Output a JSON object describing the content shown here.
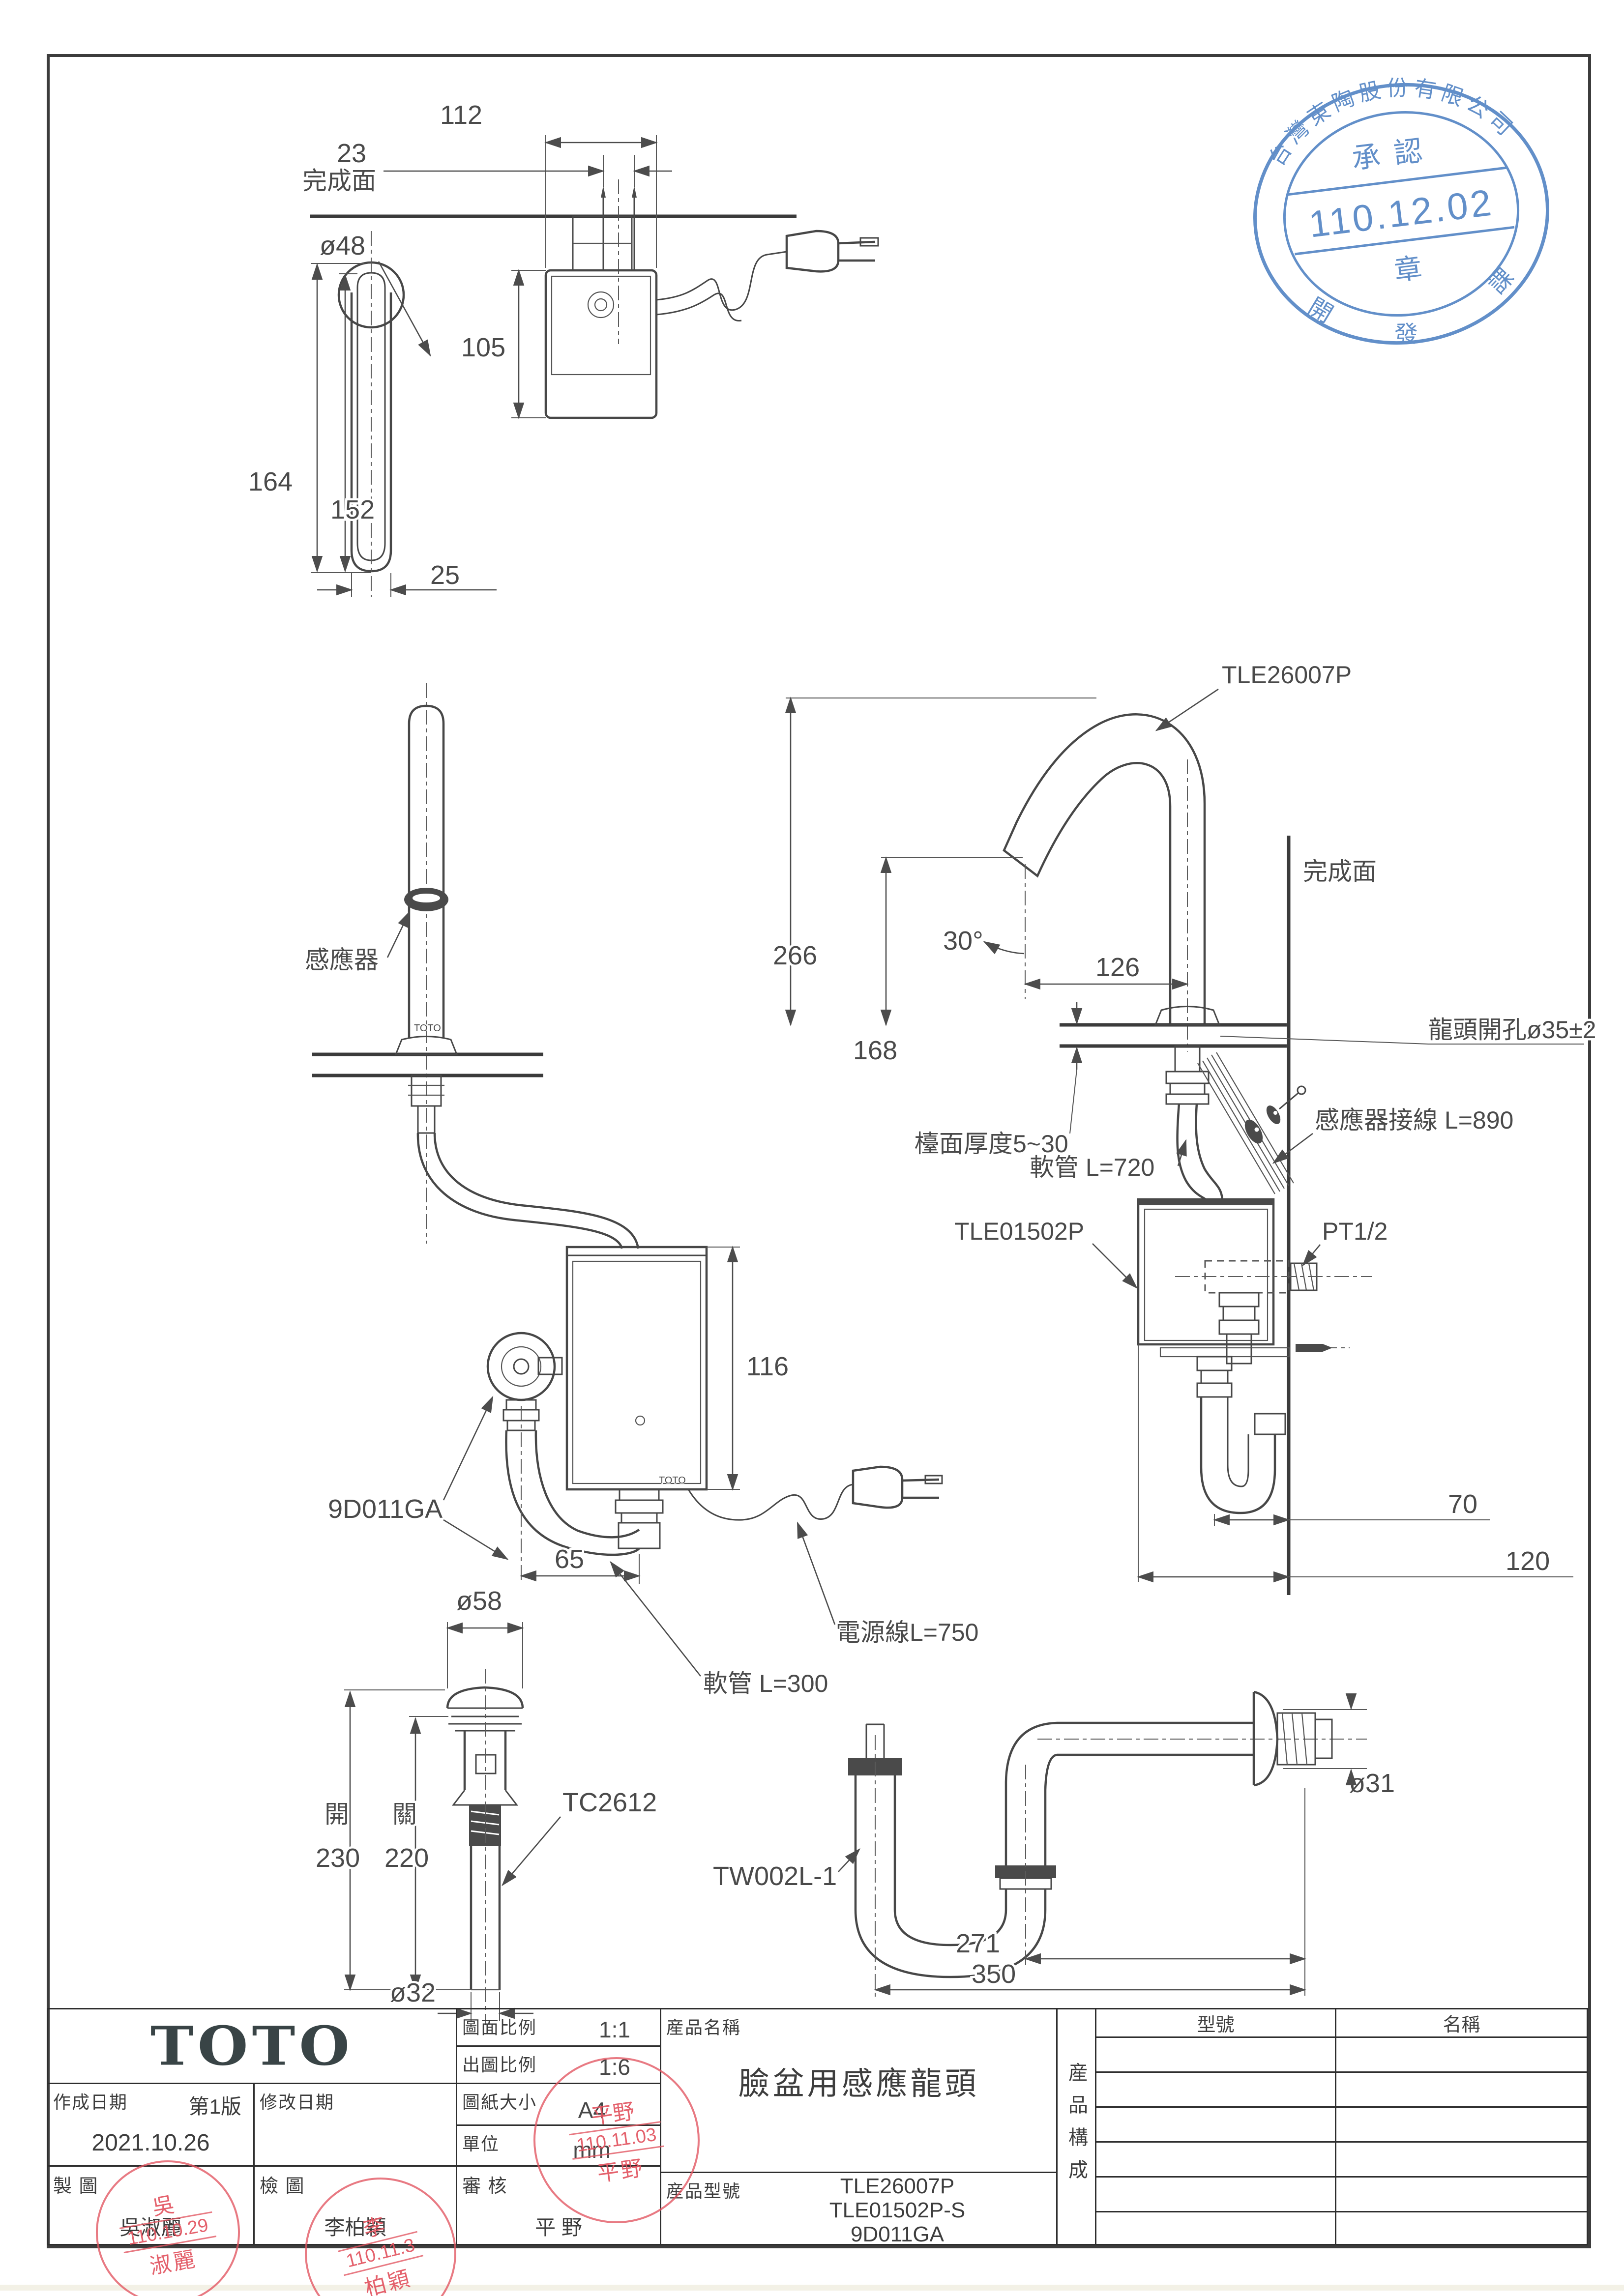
{
  "stamp_blue": {
    "company": "台灣東陶股份有限公司",
    "title": "承認",
    "date": "110.12.02",
    "seal": "章",
    "dept": [
      "開",
      "發",
      "課"
    ],
    "color": "#4d80c2"
  },
  "views": {
    "plan": {
      "finish": "完成面",
      "d112": "112",
      "d23": "23",
      "d105": "105",
      "phi48": "ø48",
      "d164": "164",
      "d152": "152",
      "d25": "25"
    },
    "front": {
      "sensor": "感應器",
      "logo": "TOTO",
      "part": "9D011GA",
      "d116": "116",
      "d65": "65",
      "hose": "軟管 L=300",
      "power": "電源線L=750"
    },
    "side": {
      "model": "TLE26007P",
      "finish": "完成面",
      "d266": "266",
      "d30": "30°",
      "d126": "126",
      "d168": "168",
      "hole": "龍頭開孔ø35±2",
      "thick": "檯面厚度5~30",
      "cable": "感應器接線 L=890",
      "hose": "軟管 L=720",
      "unit": "TLE01502P",
      "pt": "PT1/2",
      "d70": "70",
      "d120": "120"
    },
    "drain": {
      "phi58": "ø58",
      "open": "開",
      "open_v": "230",
      "close": "關",
      "close_v": "220",
      "model": "TC2612",
      "phi32": "ø32"
    },
    "trap": {
      "model": "TW002L-1",
      "phi31": "ø31",
      "d271": "271",
      "d350": "350"
    }
  },
  "titleblock": {
    "logo": "TOTO",
    "scale_label": "圖面比例",
    "scale_value": "1:1",
    "plot_label": "出圖比例",
    "plot_value": "1:6",
    "name_label": "産品名稱",
    "product_name": "臉盆用感應龍頭",
    "made_label": "作成日期",
    "version": "第1版",
    "made_date": "2021.10.26",
    "mod_label": "修改日期",
    "size_label": "圖紙大小",
    "size_value": "A4",
    "unit_label": "單位",
    "unit_value": "mm",
    "model_label": "産品型號",
    "models": [
      "TLE26007P",
      "TLE01502P-S",
      "9D011GA"
    ],
    "draft_label": "製 圖",
    "draft_name": "吳淑麗",
    "check_label": "檢 圖",
    "check_name": "李柏穎",
    "review_label": "審 核",
    "review_name": "平 野",
    "comp_label": "産品構成",
    "col_model": "型號",
    "col_name": "名稱",
    "stamps": {
      "draft": {
        "top": "吳",
        "date": "110.10.29",
        "bottom": "淑麗"
      },
      "check": {
        "top": "李",
        "date": "110.11.3",
        "bottom": "柏穎"
      },
      "review": {
        "top": "平野",
        "date": "110.11.03",
        "bottom": "平野"
      }
    }
  }
}
